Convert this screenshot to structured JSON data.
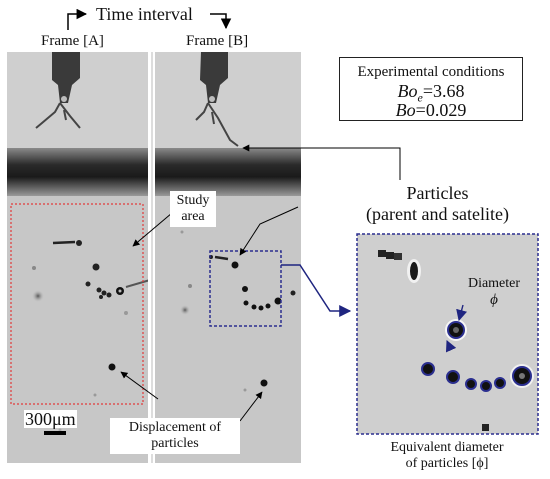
{
  "header": {
    "time_interval": "Time interval",
    "frame_a": "Frame [A]",
    "frame_b": "Frame [B]"
  },
  "conditions": {
    "title": "Experimental conditions",
    "bo_e_symbol": "Bo",
    "bo_e_sub": "e",
    "bo_e_value": "=3.68",
    "bo_symbol": "Bo",
    "bo_value": "=0.029"
  },
  "labels": {
    "particles_line1": "Particles",
    "particles_line2": "(parent and satelite)",
    "study_area_line1": "Study",
    "study_area_line2": "area",
    "diameter": "Diameter",
    "phi": "ϕ",
    "scale_bar": "300μm",
    "displacement_line1": "Displacement of",
    "displacement_line2": "particles",
    "equiv_line1": "Equivalent diameter",
    "equiv_line2": "of particles [ϕ]"
  },
  "colors": {
    "study_area_box": "#e23b3b",
    "zoom_box": "#2b2f8f",
    "arrow": "#1f2580"
  }
}
